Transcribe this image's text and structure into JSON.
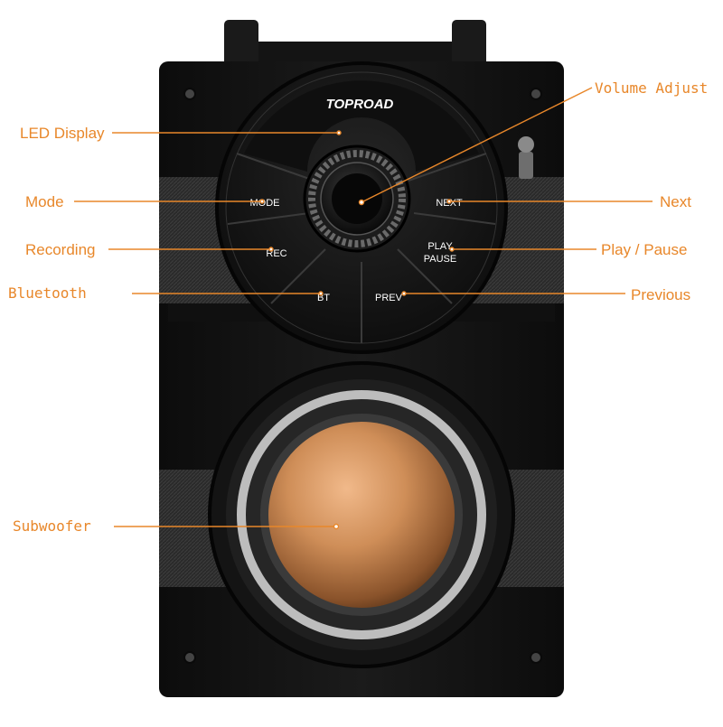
{
  "brand": {
    "logo_text": "TOPROAD"
  },
  "device_buttons": {
    "mode": "MODE",
    "next": "NEXT",
    "rec": "REC",
    "play_line1": "PLAY",
    "play_line2": "PAUSE",
    "bt": "BT",
    "prev": "PREV"
  },
  "callouts": {
    "led_display": "LED Display",
    "volume_adjust": "Volume Adjust",
    "mode": "Mode",
    "next": "Next",
    "recording": "Recording",
    "play_pause": "Play / Pause",
    "bluetooth": "Bluetooth",
    "previous": "Previous",
    "subwoofer": "Subwoofer"
  },
  "colors": {
    "accent": "#e8872a",
    "body": "#151515",
    "panel": "#222222",
    "cone": "#c98a55"
  }
}
